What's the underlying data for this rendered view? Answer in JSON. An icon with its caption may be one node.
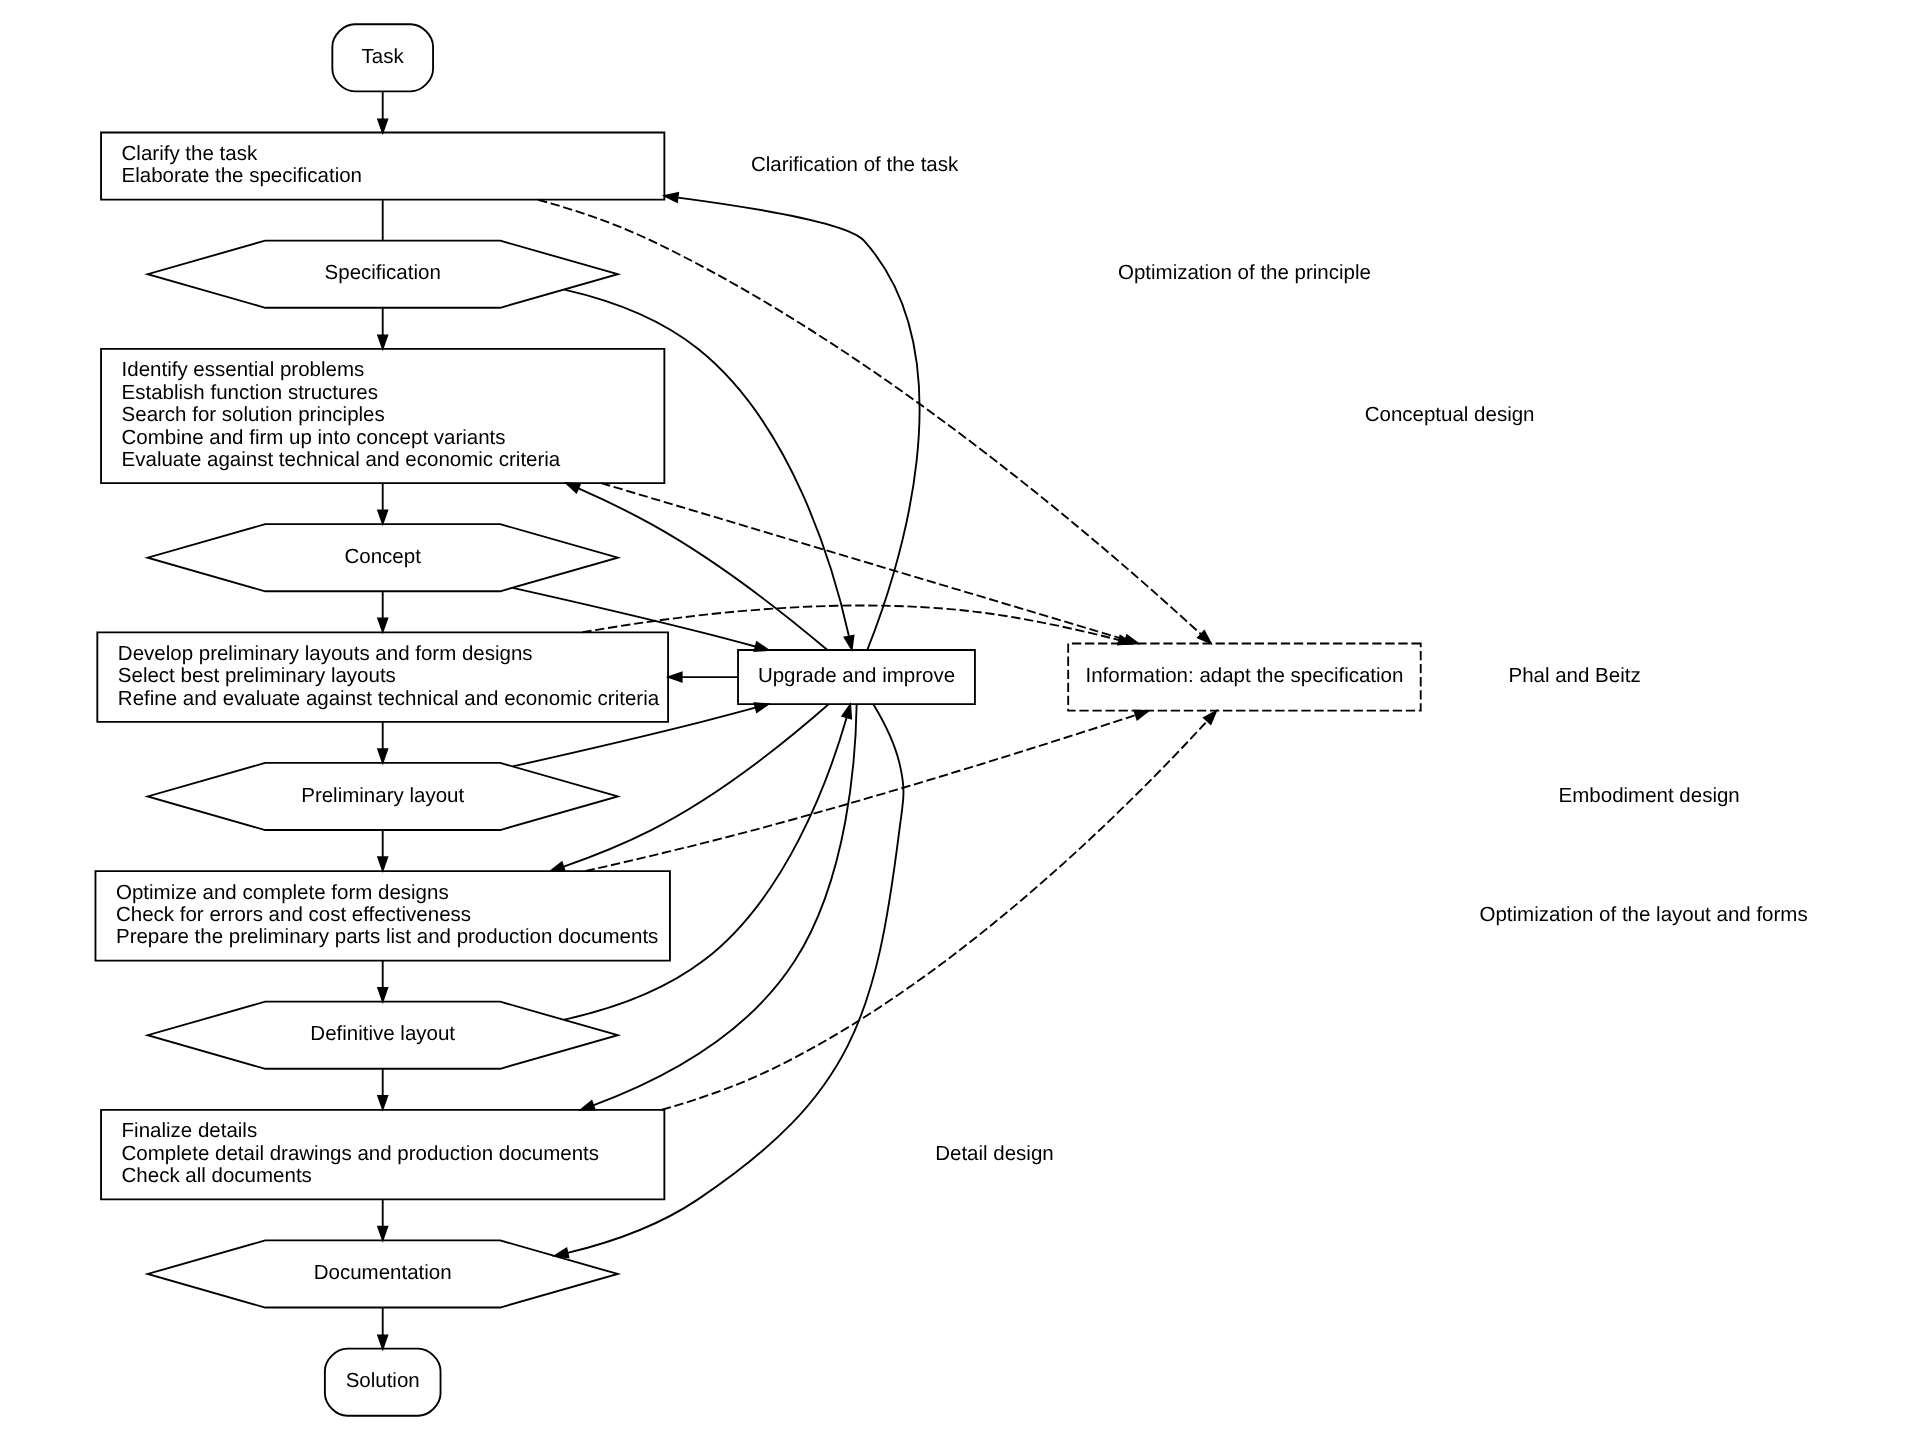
{
  "diagram": {
    "nodes": [
      {
        "text": [
          "Task"
        ]
      },
      {
        "text": [
          "Clarify the task",
          "Elaborate the specification"
        ]
      },
      {
        "text": [
          "Specification"
        ]
      },
      {
        "text": [
          "Identify essential problems",
          "Establish function structures",
          "Search for solution principles",
          "Combine and firm up into concept variants",
          "Evaluate against technical and economic criteria"
        ]
      },
      {
        "text": [
          "Concept"
        ]
      },
      {
        "text": [
          "Develop preliminary layouts and form designs",
          "Select best preliminary layouts",
          "Refine and evaluate against technical and economic criteria"
        ]
      },
      {
        "text": [
          "Preliminary layout"
        ]
      },
      {
        "text": [
          "Optimize and complete form designs",
          "Check for errors and cost effectiveness",
          "Prepare the preliminary parts list and production documents"
        ]
      },
      {
        "text": [
          "Definitive layout"
        ]
      },
      {
        "text": [
          "Finalize details",
          "Complete detail drawings and production documents",
          "Check all documents"
        ]
      },
      {
        "text": [
          "Documentation"
        ]
      },
      {
        "text": [
          "Solution"
        ]
      },
      {
        "text": [
          "Upgrade and improve"
        ]
      },
      {
        "text": [
          "Information: adapt the specification"
        ]
      }
    ],
    "edges": [
      {
        "from": 0,
        "to": 1,
        "arrow": "to"
      },
      {
        "from": 1,
        "to": 2,
        "arrow": "none"
      },
      {
        "from": 2,
        "to": 3,
        "arrow": "to"
      },
      {
        "from": 3,
        "to": 4,
        "arrow": "to"
      },
      {
        "from": 4,
        "to": 5,
        "arrow": "to"
      },
      {
        "from": 5,
        "to": 6,
        "arrow": "to"
      },
      {
        "from": 6,
        "to": 7,
        "arrow": "to"
      },
      {
        "from": 7,
        "to": 8,
        "arrow": "to"
      },
      {
        "from": 8,
        "to": 9,
        "arrow": "to"
      },
      {
        "from": 9,
        "to": 10,
        "arrow": "to"
      },
      {
        "from": 10,
        "to": 11,
        "arrow": "to"
      },
      {
        "from": 2,
        "to": 12,
        "arrow": "to"
      },
      {
        "from": 4,
        "to": 12,
        "arrow": "to"
      },
      {
        "from": 6,
        "to": 12,
        "arrow": "to"
      },
      {
        "from": 8,
        "to": 12,
        "arrow": "to"
      },
      {
        "from": 12,
        "to": 1,
        "arrow": "to"
      },
      {
        "from": 12,
        "to": 3,
        "arrow": "to"
      },
      {
        "from": 12,
        "to": 5,
        "arrow": "to"
      },
      {
        "from": 12,
        "to": 7,
        "arrow": "to"
      },
      {
        "from": 12,
        "to": 9,
        "arrow": "to"
      },
      {
        "from": 12,
        "to": 10,
        "arrow": "to"
      },
      {
        "from": 1,
        "to": 13,
        "arrow": "to",
        "style": "dashed"
      },
      {
        "from": 3,
        "to": 13,
        "arrow": "to",
        "style": "dashed"
      },
      {
        "from": 5,
        "to": 13,
        "arrow": "to",
        "style": "dashed"
      },
      {
        "from": 7,
        "to": 13,
        "arrow": "to",
        "style": "dashed"
      },
      {
        "from": 9,
        "to": 13,
        "arrow": "to",
        "style": "dashed"
      }
    ],
    "labels": [
      "Clarification of the task",
      "Conceptual design",
      "Embodiment design",
      "Detail design",
      "Optimization of the principle",
      "Optimization of the layout and forms",
      "Phal and Beitz"
    ]
  }
}
